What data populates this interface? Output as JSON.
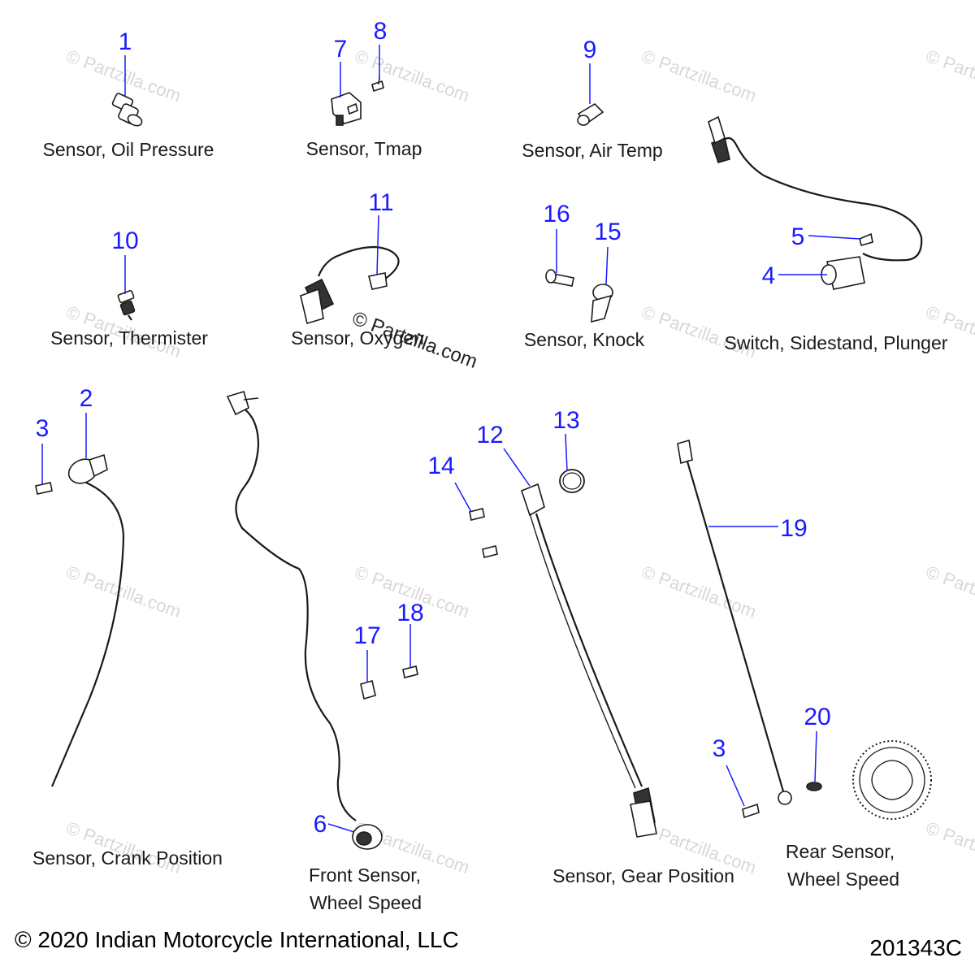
{
  "diagram": {
    "callouts": [
      {
        "id": "c1",
        "label": "1"
      },
      {
        "id": "c2",
        "label": "2"
      },
      {
        "id": "c3a",
        "label": "3"
      },
      {
        "id": "c3b",
        "label": "3"
      },
      {
        "id": "c4",
        "label": "4"
      },
      {
        "id": "c5",
        "label": "5"
      },
      {
        "id": "c6",
        "label": "6"
      },
      {
        "id": "c7",
        "label": "7"
      },
      {
        "id": "c8",
        "label": "8"
      },
      {
        "id": "c9",
        "label": "9"
      },
      {
        "id": "c10",
        "label": "10"
      },
      {
        "id": "c11",
        "label": "11"
      },
      {
        "id": "c12",
        "label": "12"
      },
      {
        "id": "c13",
        "label": "13"
      },
      {
        "id": "c14",
        "label": "14"
      },
      {
        "id": "c15",
        "label": "15"
      },
      {
        "id": "c16",
        "label": "16"
      },
      {
        "id": "c17",
        "label": "17"
      },
      {
        "id": "c18",
        "label": "18"
      },
      {
        "id": "c19",
        "label": "19"
      },
      {
        "id": "c20",
        "label": "20"
      }
    ],
    "captions": [
      {
        "id": "oil",
        "lines": [
          "Sensor, Oil Pressure"
        ]
      },
      {
        "id": "tmap",
        "lines": [
          "Sensor, Tmap"
        ]
      },
      {
        "id": "airtemp",
        "lines": [
          "Sensor, Air Temp"
        ]
      },
      {
        "id": "therm",
        "lines": [
          "Sensor, Thermister"
        ]
      },
      {
        "id": "oxygen",
        "lines": [
          "Sensor, Oxygen"
        ]
      },
      {
        "id": "knock",
        "lines": [
          "Sensor, Knock"
        ]
      },
      {
        "id": "sidestand",
        "lines": [
          "Switch, Sidestand, Plunger"
        ]
      },
      {
        "id": "crank",
        "lines": [
          "Sensor, Crank Position"
        ]
      },
      {
        "id": "front",
        "lines": [
          "Front Sensor,",
          "Wheel Speed"
        ]
      },
      {
        "id": "gear",
        "lines": [
          "Sensor, Gear Position"
        ]
      },
      {
        "id": "rear",
        "lines": [
          "Rear Sensor,",
          "Wheel Speed"
        ]
      }
    ],
    "watermark_text": "© Partzilla.com",
    "copyright": "© 2020 Indian Motorcycle International, LLC",
    "diagram_code": "201343C"
  }
}
